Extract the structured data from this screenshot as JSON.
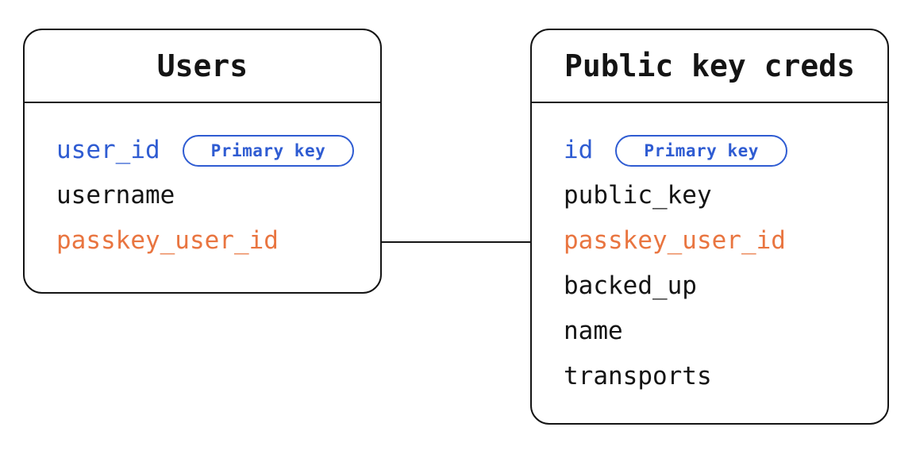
{
  "colors": {
    "pk-blue": "#2f5cd2",
    "fk-orange": "#e97540",
    "ink": "#141414"
  },
  "diagram": {
    "tables": [
      {
        "title": "Users",
        "fields": [
          {
            "name": "user_id",
            "badge": "Primary key"
          },
          {
            "name": "username"
          },
          {
            "name": "passkey_user_id"
          }
        ]
      },
      {
        "title": "Public key creds",
        "fields": [
          {
            "name": "id",
            "badge": "Primary key"
          },
          {
            "name": "public_key"
          },
          {
            "name": "passkey_user_id"
          },
          {
            "name": "backed_up"
          },
          {
            "name": "name"
          },
          {
            "name": "transports"
          }
        ]
      }
    ],
    "relationship": {
      "from_table": "Users",
      "from_field": "passkey_user_id",
      "to_table": "Public key creds",
      "to_field": "passkey_user_id"
    }
  }
}
